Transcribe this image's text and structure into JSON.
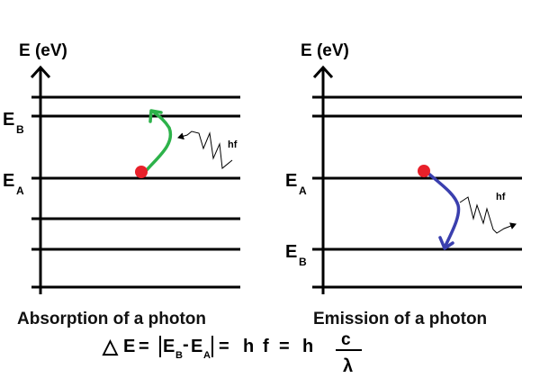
{
  "panels": [
    {
      "axis_label": "E (eV)",
      "caption": "Absorption of a photon",
      "upper_level": {
        "main": "E",
        "sub": "B"
      },
      "lower_level": {
        "main": "E",
        "sub": "A"
      },
      "photon_label": "hf",
      "transition_color": "#2db24a",
      "electron_color": "#e8202a"
    },
    {
      "axis_label": "E (eV)",
      "caption": "Emission of a photon",
      "upper_level": {
        "main": "E",
        "sub": "A"
      },
      "lower_level": {
        "main": "E",
        "sub": "B"
      },
      "photon_label": "hf",
      "transition_color": "#3a3fae",
      "electron_color": "#e8202a"
    }
  ],
  "equation": {
    "delta": "△",
    "E": "E",
    "eq1": "=",
    "EB": "E",
    "EB_sub": "B",
    "minus": "-",
    "EA": "E",
    "EA_sub": "A",
    "eq2": "=",
    "h1": "h",
    "f": "f",
    "eq3": "=",
    "h2": "h",
    "num": "c",
    "den": "λ"
  }
}
